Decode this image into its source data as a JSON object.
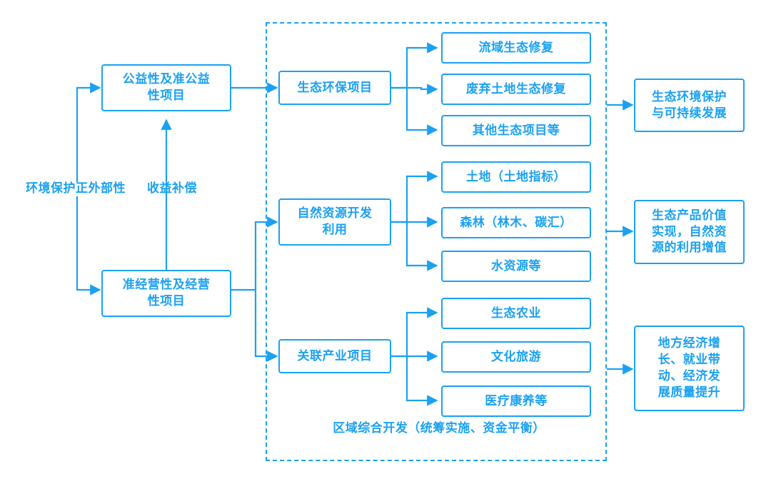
{
  "diagram": {
    "type": "flowchart",
    "accent_color": "#1ba1f2",
    "background": "#ffffff",
    "root_label": "环境保护正外部性",
    "benefit_label": "收益补偿",
    "region_caption": "区域综合开发（统筹实施、资金平衡）",
    "level1": [
      {
        "id": "public",
        "label": "公益性及准公益\n性项目"
      },
      {
        "id": "quasi",
        "label": "准经营性及经营\n性项目"
      }
    ],
    "level2": [
      {
        "id": "eco",
        "label": "生态环保项目"
      },
      {
        "id": "nature",
        "label": "自然资源开发\n利用"
      },
      {
        "id": "industry",
        "label": "关联产业项目"
      }
    ],
    "level3": [
      {
        "id": "eco-1",
        "label": "流域生态修复"
      },
      {
        "id": "eco-2",
        "label": "废弃土地生态修复"
      },
      {
        "id": "eco-3",
        "label": "其他生态项目等"
      },
      {
        "id": "nature-1",
        "label": "土地（土地指标）"
      },
      {
        "id": "nature-2",
        "label": "森林（林木、碳汇）"
      },
      {
        "id": "nature-3",
        "label": "水资源等"
      },
      {
        "id": "industry-1",
        "label": "生态农业"
      },
      {
        "id": "industry-2",
        "label": "文化旅游"
      },
      {
        "id": "industry-3",
        "label": "医疗康养等"
      }
    ],
    "outcomes": [
      {
        "id": "outcome-1",
        "label": "生态环境保护\n与可持续发展"
      },
      {
        "id": "outcome-2",
        "label": "生态产品价值\n实现，自然资\n源的利用增值"
      },
      {
        "id": "outcome-3",
        "label": "地方经济增\n长、就业带\n动、经济发\n展质量提升"
      }
    ]
  }
}
